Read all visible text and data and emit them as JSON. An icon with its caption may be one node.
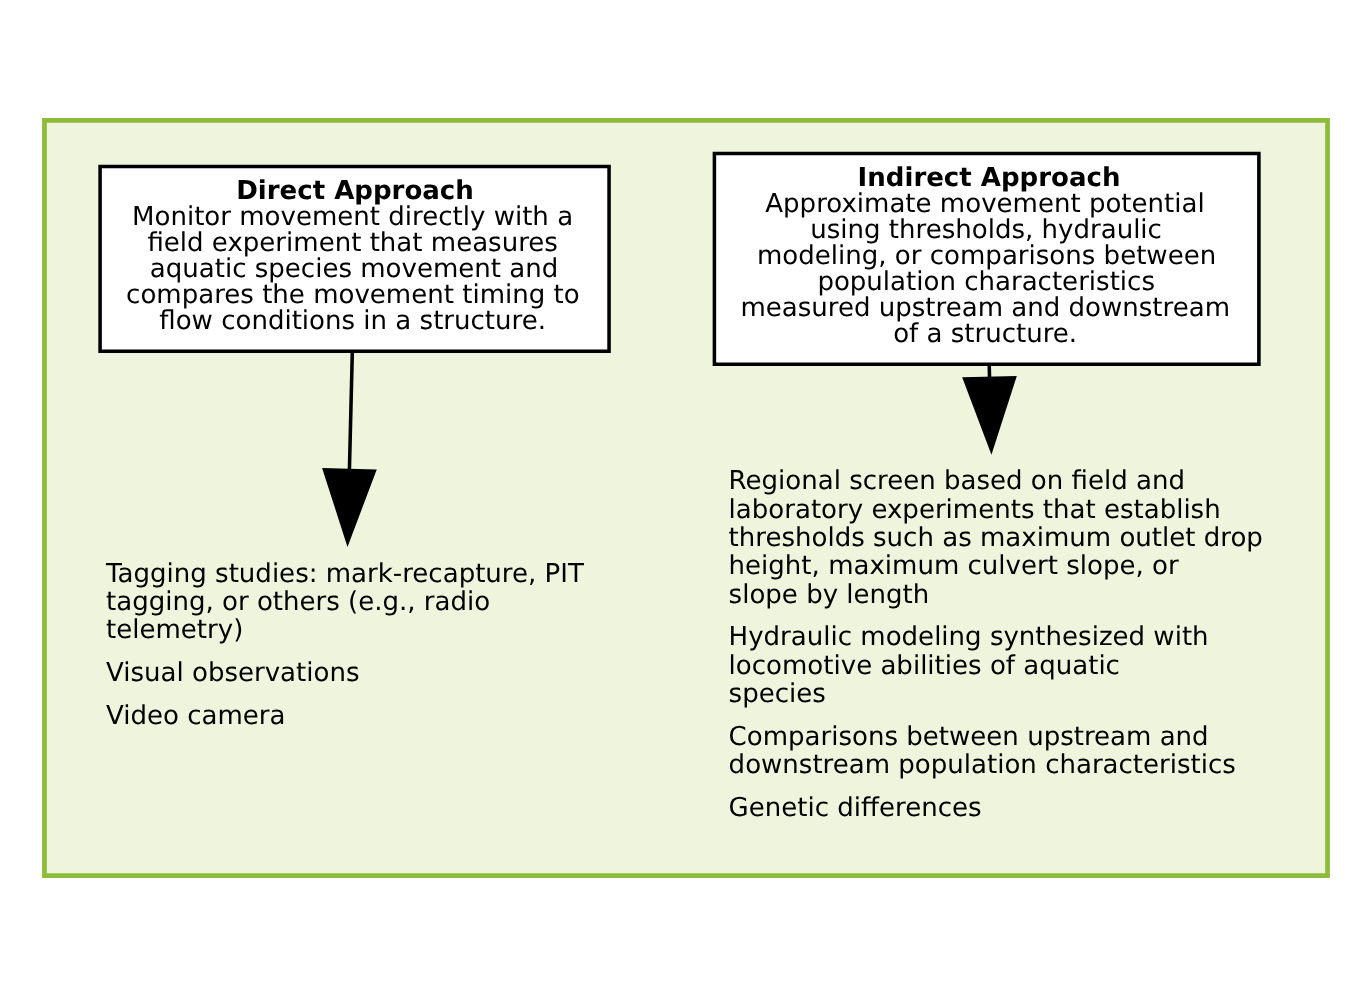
{
  "diagram": {
    "nodes": [
      {
        "text": [],
        "shape": "box"
      },
      {
        "text": [
          "Direct Approach",
          "Monitor movement directly with a field experiment that measures aquatic species movement and compares the movement timing to flow conditions in a structure."
        ],
        "in": 0
      },
      {
        "text": [
          "Indirect Approach",
          "Approximate movement potential using thresholds, hydraulic modeling, or comparisons between population characteristics measured upstream and downstream of a structure."
        ],
        "in": 0
      },
      {
        "text": [
          "Tagging studies: mark-recapture, PIT tagging, or others (e.g., radio telemetry)",
          "Visual observations",
          "Video camera"
        ],
        "in": 0
      },
      {
        "text": [
          "Regional screen based on field and laboratory experiments that establish thresholds such as maximum outlet drop height, maximum culvert slope, or slope by length",
          "Hydraulic modeling synthesized with locomotive abilities of aquatic species",
          "Comparisons between upstream and downstream population characteristics",
          "Genetic differences"
        ],
        "in": 0
      }
    ],
    "edges": [
      {
        "from": 1,
        "to": 3,
        "arrow": "to"
      },
      {
        "from": 2,
        "to": 4,
        "arrow": "to"
      }
    ]
  }
}
